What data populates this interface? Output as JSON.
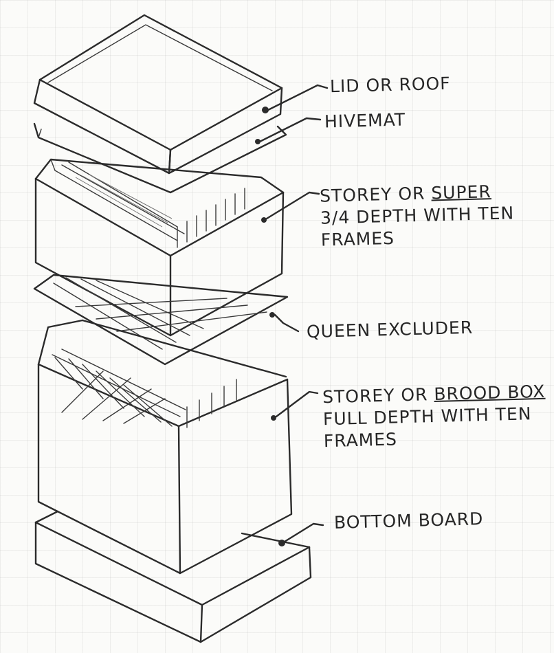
{
  "labels": {
    "lid": {
      "line1": "LID OR ROOF"
    },
    "hivemat": {
      "line1": "HIVEMAT"
    },
    "super": {
      "line1_a": "STOREY OR ",
      "line1_b": "SUPER",
      "line2": "3/4 DEPTH WITH TEN",
      "line3": "FRAMES"
    },
    "excluder": {
      "line1": "QUEEN EXCLUDER"
    },
    "brood": {
      "line1_a": "STOREY OR ",
      "line1_b": "BROOD BOX",
      "line2": "FULL DEPTH WITH TEN",
      "line3": "FRAMES"
    },
    "bottom": {
      "line1": "BOTTOM BOARD"
    }
  },
  "colors": {
    "ink": "#2b2b2b",
    "paper": "#fbfbf9",
    "grid": "#aaaaaa"
  }
}
